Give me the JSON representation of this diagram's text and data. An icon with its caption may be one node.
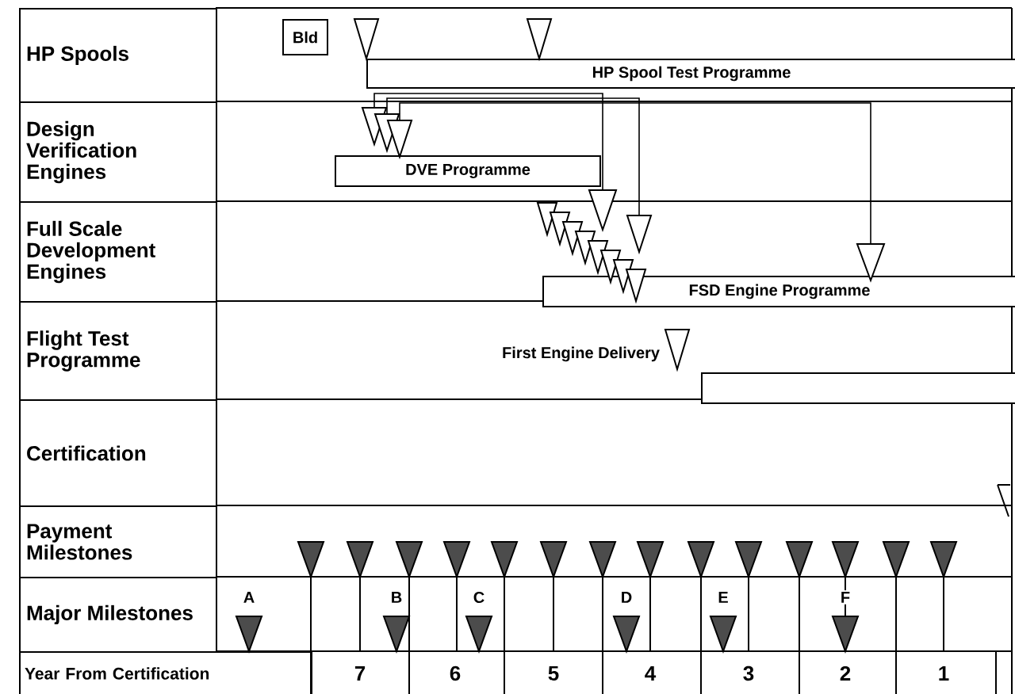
{
  "diagram": {
    "nodes": [
      {
        "text": [
          "HP Spools"
        ]
      },
      {
        "text": [
          "Design Verification Engines"
        ]
      },
      {
        "text": [
          "Full Scale Development Engines"
        ]
      },
      {
        "text": [
          "Flight Test Programme"
        ]
      },
      {
        "text": [
          "Certification"
        ]
      },
      {
        "text": [
          "Payment Milestones"
        ]
      },
      {
        "text": [
          "Major Milestones"
        ]
      },
      {
        "text": [
          "Year From Certification"
        ]
      },
      {
        "text": [
          "Bld"
        ]
      },
      {
        "text": [
          "HP Spool Test Programme"
        ]
      },
      {
        "text": [
          "DVE Programme"
        ]
      },
      {
        "text": [
          "FSD Engine Programme"
        ]
      },
      {
        "text": [],
        "shape": "bar"
      },
      {
        "text": [],
        "shape": "triangle"
      },
      {
        "text": [],
        "shape": "triangle"
      },
      {
        "text": [],
        "shape": "triangle"
      },
      {
        "text": [],
        "shape": "triangle"
      },
      {
        "text": [],
        "shape": "triangle"
      },
      {
        "text": [],
        "shape": "triangle"
      },
      {
        "text": [],
        "shape": "triangle",
        "beside": [
          "First Engine Delivery"
        ]
      },
      {
        "text": [],
        "shape": "triangle"
      },
      {
        "text": [],
        "shape": "triangle"
      }
    ],
    "edges": [
      {
        "from": 13,
        "to": 16,
        "arrow": "none"
      },
      {
        "from": 14,
        "to": 17,
        "arrow": "none"
      },
      {
        "from": 15,
        "to": 18,
        "arrow": "none"
      }
    ],
    "labels": [
      "A",
      "B",
      "C",
      "D",
      "E",
      "F",
      "7",
      "6",
      "5",
      "4",
      "3",
      "2",
      "1"
    ]
  }
}
